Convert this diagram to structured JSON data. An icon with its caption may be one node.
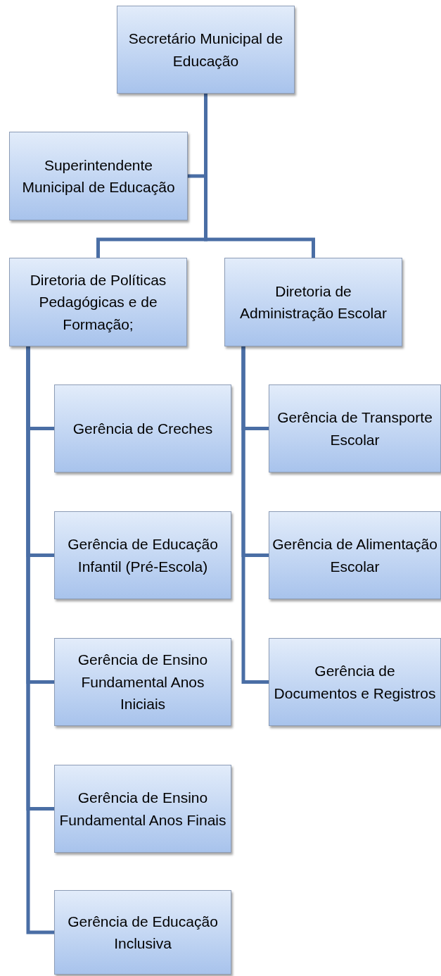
{
  "diagram": {
    "nodes": [
      {
        "text": [
          "Secretário Municipal de Educação"
        ]
      },
      {
        "text": [
          "Superintendente Municipal de Educação"
        ]
      },
      {
        "text": [
          "Diretoria de Políticas Pedagógicas e de Formação;"
        ]
      },
      {
        "text": [
          "Diretoria de Administração Escolar"
        ]
      },
      {
        "text": [
          "Gerência de Creches"
        ]
      },
      {
        "text": [
          "Gerência de Educação Infantil (Pré-Escola)"
        ]
      },
      {
        "text": [
          "Gerência de Ensino Fundamental Anos Iniciais"
        ]
      },
      {
        "text": [
          "Gerência de Ensino Fundamental Anos Finais"
        ]
      },
      {
        "text": [
          "Gerência de Educação Inclusiva"
        ]
      },
      {
        "text": [
          "Gerência de Transporte Escolar"
        ]
      },
      {
        "text": [
          "Gerência de Alimentação Escolar"
        ]
      },
      {
        "text": [
          "Gerência de Documentos e Registros"
        ]
      }
    ],
    "edges": [
      {
        "from": 0,
        "to": 1,
        "arrow": "none"
      },
      {
        "from": 0,
        "to": 2,
        "arrow": "none"
      },
      {
        "from": 0,
        "to": 3,
        "arrow": "none"
      },
      {
        "from": 2,
        "to": 4,
        "arrow": "none"
      },
      {
        "from": 2,
        "to": 5,
        "arrow": "none"
      },
      {
        "from": 2,
        "to": 6,
        "arrow": "none"
      },
      {
        "from": 2,
        "to": 7,
        "arrow": "none"
      },
      {
        "from": 2,
        "to": 8,
        "arrow": "none"
      },
      {
        "from": 3,
        "to": 9,
        "arrow": "none"
      },
      {
        "from": 3,
        "to": 10,
        "arrow": "none"
      },
      {
        "from": 3,
        "to": 11,
        "arrow": "none"
      }
    ]
  }
}
